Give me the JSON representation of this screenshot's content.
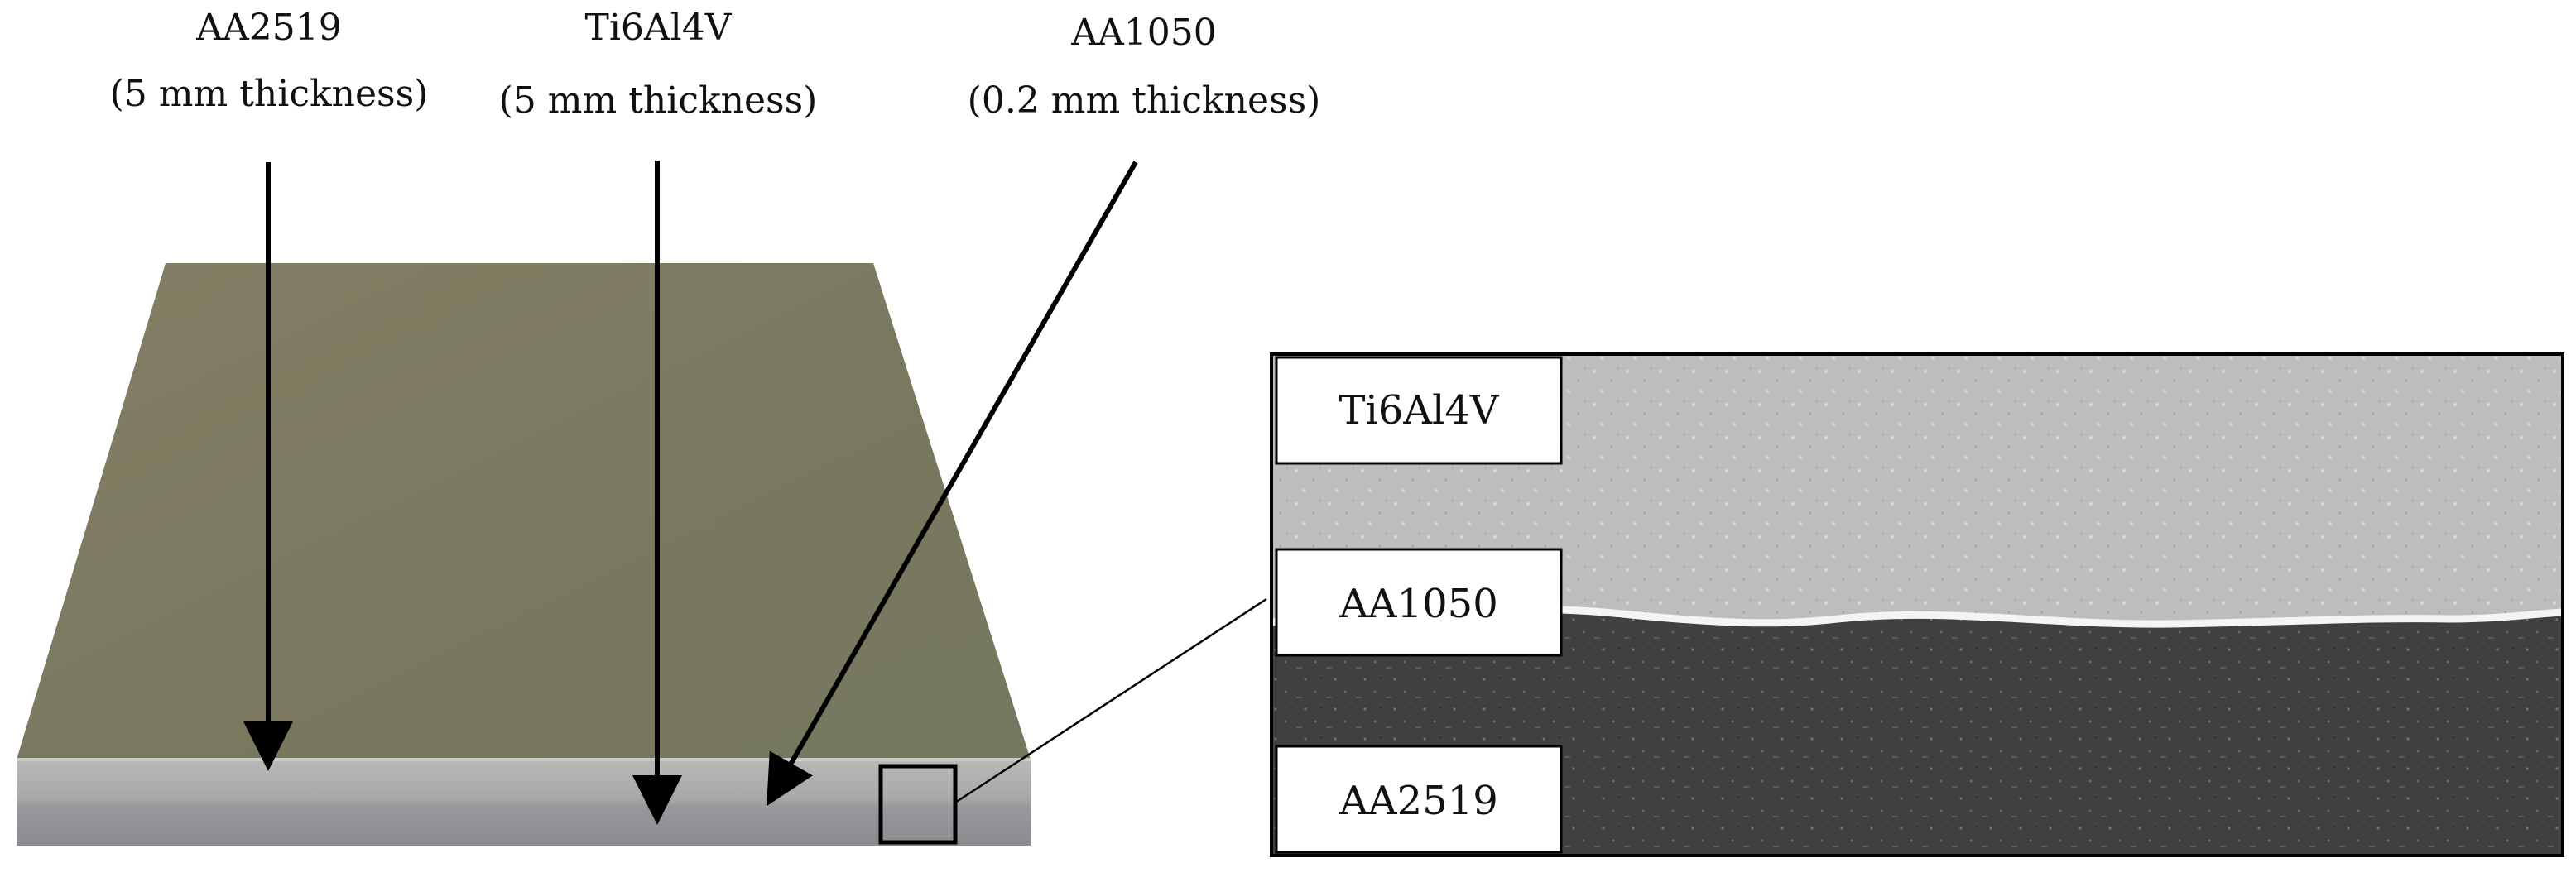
{
  "callouts": [
    {
      "material": "AA2519",
      "thickness": "(5 mm thickness)"
    },
    {
      "material": "Ti6Al4V",
      "thickness": "(5 mm thickness)"
    },
    {
      "material": "AA1050",
      "thickness": "(0.2 mm thickness)"
    }
  ],
  "micrograph_labels": {
    "top": "Ti6Al4V",
    "middle": "AA1050",
    "bottom": "AA2519"
  },
  "colors": {
    "plate_top": "#7c7a62",
    "plate_edge_light": "#b4b6b3",
    "plate_edge_dark": "#8d8f92",
    "sem_upper": "#bcbcbc",
    "sem_lower": "#3e3e3e",
    "interface_layer": "#f4f4f4",
    "arrow": "#000000"
  },
  "icons": [
    "arrow-down-icon",
    "arrow-diagonal-icon"
  ]
}
